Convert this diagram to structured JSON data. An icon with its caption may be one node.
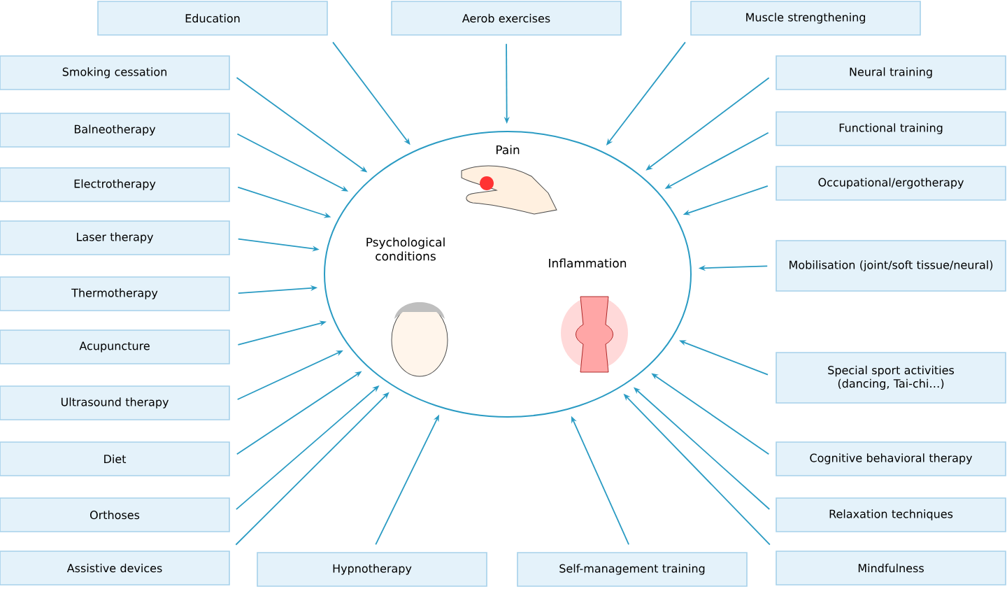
{
  "diagram": {
    "nodes": [
      {
        "text": [
          "Pain",
          "Psychological conditions",
          "Inflammation"
        ]
      },
      {
        "text": [
          "Education"
        ]
      },
      {
        "text": [
          "Aerob exercises"
        ]
      },
      {
        "text": [
          "Muscle strengthening"
        ]
      },
      {
        "text": [
          "Smoking cessation"
        ]
      },
      {
        "text": [
          "Neural training"
        ]
      },
      {
        "text": [
          "Balneotherapy"
        ]
      },
      {
        "text": [
          "Functional training"
        ]
      },
      {
        "text": [
          "Electrotherapy"
        ]
      },
      {
        "text": [
          "Occupational/ergotherapy"
        ]
      },
      {
        "text": [
          "Laser therapy"
        ]
      },
      {
        "text": [
          "Mobilisation (joint/soft tissue/neural)"
        ]
      },
      {
        "text": [
          "Thermotherapy"
        ]
      },
      {
        "text": [
          "Acupuncture"
        ]
      },
      {
        "text": [
          "Special sport activities (dancing, Tai-chi…)"
        ]
      },
      {
        "text": [
          "Ultrasound therapy"
        ]
      },
      {
        "text": [
          "Diet"
        ]
      },
      {
        "text": [
          "Cognitive behavioral therapy"
        ]
      },
      {
        "text": [
          "Orthoses"
        ]
      },
      {
        "text": [
          "Relaxation techniques"
        ]
      },
      {
        "text": [
          "Assistive devices"
        ]
      },
      {
        "text": [
          "Hypnotherapy"
        ]
      },
      {
        "text": [
          "Self-management training"
        ]
      },
      {
        "text": [
          "Mindfulness"
        ]
      }
    ],
    "edges": [
      {
        "from": 1,
        "to": 0,
        "arrow": "to"
      },
      {
        "from": 2,
        "to": 0,
        "arrow": "to"
      },
      {
        "from": 3,
        "to": 0,
        "arrow": "to"
      },
      {
        "from": 4,
        "to": 0,
        "arrow": "to"
      },
      {
        "from": 5,
        "to": 0,
        "arrow": "to"
      },
      {
        "from": 6,
        "to": 0,
        "arrow": "to"
      },
      {
        "from": 7,
        "to": 0,
        "arrow": "to"
      },
      {
        "from": 8,
        "to": 0,
        "arrow": "to"
      },
      {
        "from": 9,
        "to": 0,
        "arrow": "to"
      },
      {
        "from": 10,
        "to": 0,
        "arrow": "to"
      },
      {
        "from": 11,
        "to": 0,
        "arrow": "to"
      },
      {
        "from": 12,
        "to": 0,
        "arrow": "to"
      },
      {
        "from": 13,
        "to": 0,
        "arrow": "to"
      },
      {
        "from": 14,
        "to": 0,
        "arrow": "to"
      },
      {
        "from": 15,
        "to": 0,
        "arrow": "to"
      },
      {
        "from": 16,
        "to": 0,
        "arrow": "to"
      },
      {
        "from": 17,
        "to": 0,
        "arrow": "to"
      },
      {
        "from": 18,
        "to": 0,
        "arrow": "to"
      },
      {
        "from": 19,
        "to": 0,
        "arrow": "to"
      },
      {
        "from": 20,
        "to": 0,
        "arrow": "to"
      },
      {
        "from": 21,
        "to": 0,
        "arrow": "to"
      },
      {
        "from": 22,
        "to": 0,
        "arrow": "to"
      },
      {
        "from": 23,
        "to": 0,
        "arrow": "to"
      }
    ]
  }
}
